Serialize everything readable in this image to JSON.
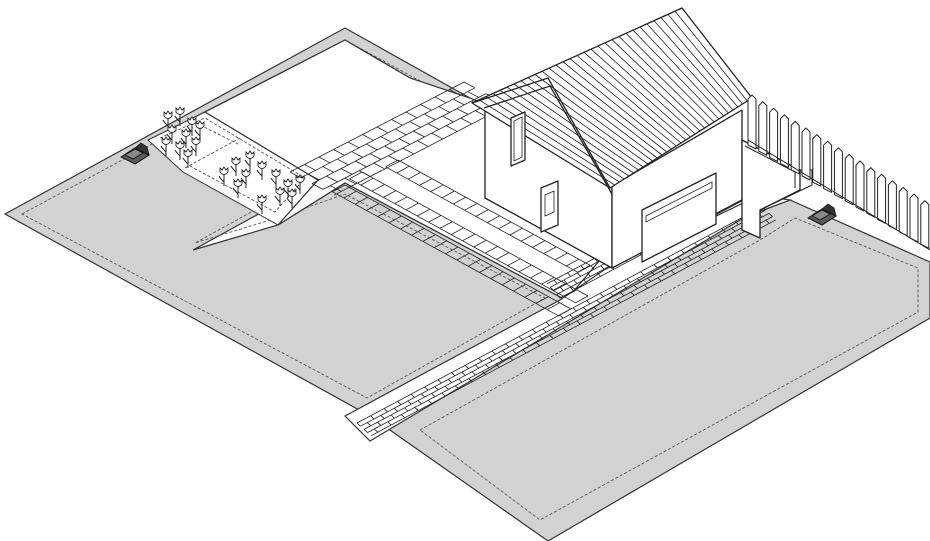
{
  "scene": {
    "description_elements": [
      "lawn",
      "boundary-wire",
      "paved-path",
      "house",
      "fence",
      "flower-bed",
      "charging-station"
    ],
    "colors": {
      "lawn": "#d2d2d2",
      "outline": "#222222",
      "paving": "#ffffff",
      "station": "#5a5a5a"
    },
    "charging_stations": 2
  }
}
